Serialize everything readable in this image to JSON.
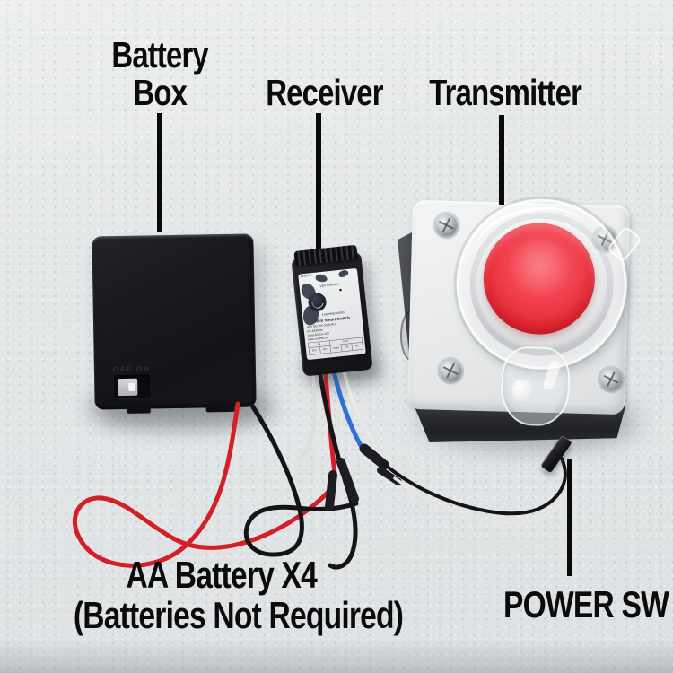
{
  "callouts": {
    "battery_box": {
      "line1": "Battery",
      "line2": "Box"
    },
    "receiver": {
      "label": "Receiver"
    },
    "transmitter": {
      "label": "Transmitter"
    },
    "battery_note": {
      "line1": "AA Battery X4",
      "line2": "(Batteries Not Required)"
    },
    "power_sw": {
      "label": "POWER SW"
    }
  },
  "battery_box": {
    "switch_text": "OFF ON"
  },
  "receiver": {
    "antenna": "Antenna",
    "led_indicator": "LED Indicator",
    "learning_button": "Learning Button",
    "title": "Mini Smart Switch",
    "specs": [
      "Item NO:MX-JQRU4U",
      "RF:433MHz",
      "Input:DC3.6-12V",
      "Max current:2A"
    ],
    "table_headers": [
      "IN",
      "OUT"
    ],
    "table_cells": [
      "DC+",
      "DC-",
      "COM",
      "NO",
      "NC"
    ]
  },
  "colors": {
    "background": "#e4e6e7",
    "label_text": "#0b0b0c",
    "red_button": "#f2434f",
    "wire_red": "#d32027",
    "wire_black": "#141416",
    "wire_blue": "#2f6fd6",
    "wire_white": "#e9e8e2"
  }
}
